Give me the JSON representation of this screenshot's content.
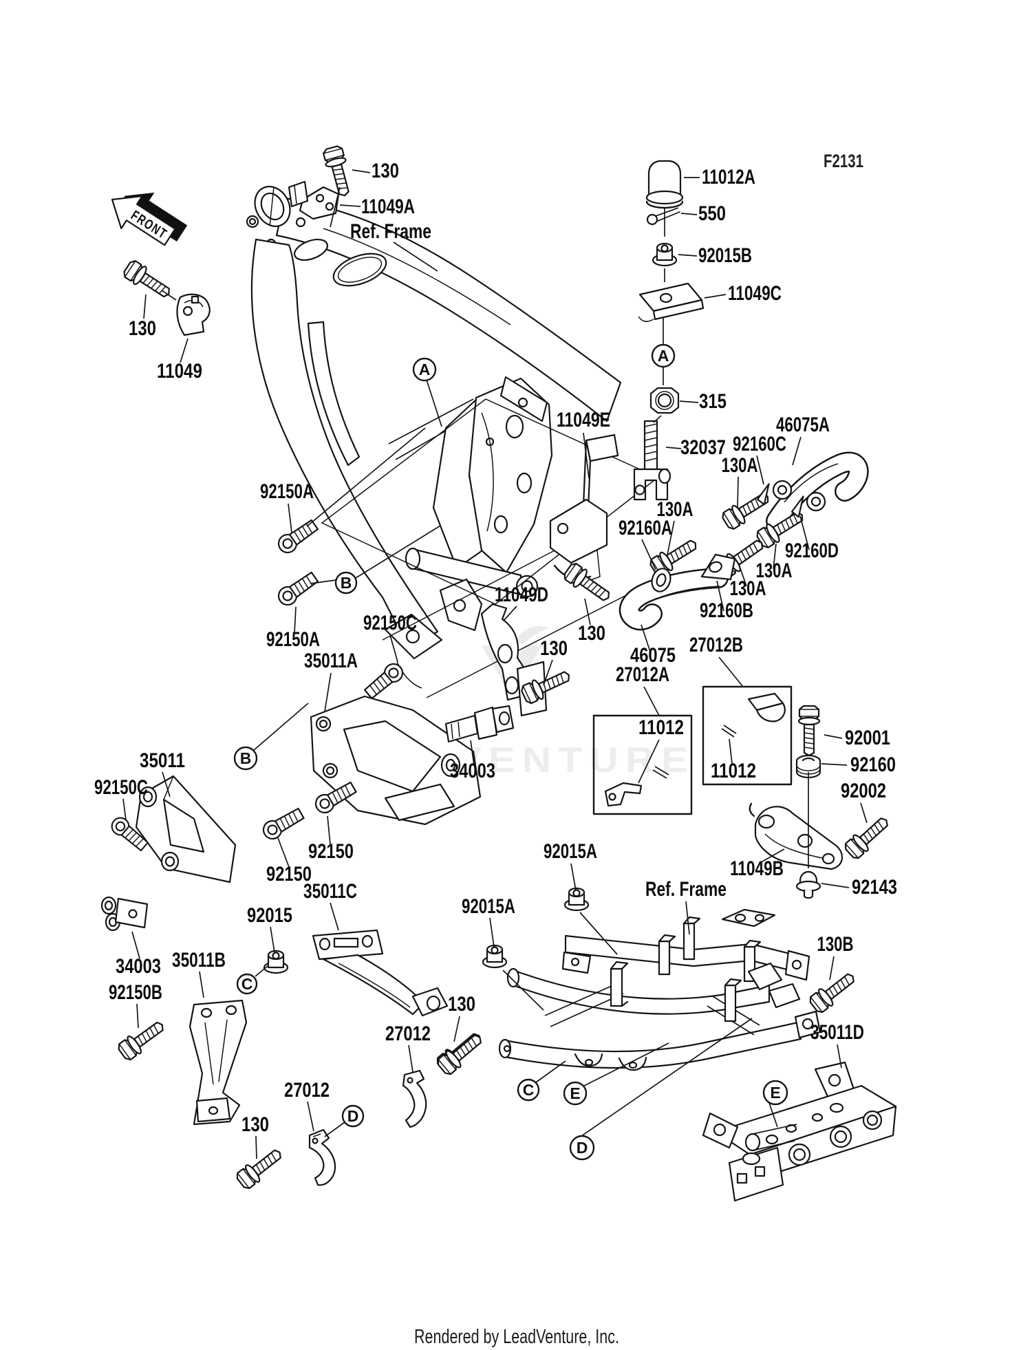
{
  "page": {
    "drawing_code": "F2131",
    "front_label": "FRONT",
    "footer": "Rendered by LeadVenture, Inc.",
    "watermark_text": "LEADVENTURE",
    "colors": {
      "background": "#ffffff",
      "line": "#151515",
      "watermark": "rgba(0,0,0,0.07)"
    }
  },
  "labels": [
    {
      "text": "130"
    },
    {
      "text": "11049A"
    },
    {
      "text": "Ref. Frame"
    },
    {
      "text": "130"
    },
    {
      "text": "11049"
    },
    {
      "text": "F2131"
    },
    {
      "text": "11012A"
    },
    {
      "text": "550"
    },
    {
      "text": "92015B"
    },
    {
      "text": "11049C"
    },
    {
      "text": "315"
    },
    {
      "text": "46075A"
    },
    {
      "text": "32037"
    },
    {
      "text": "92160C"
    },
    {
      "text": "130A"
    },
    {
      "text": "130A"
    },
    {
      "text": "92160A"
    },
    {
      "text": "92160D"
    },
    {
      "text": "130A"
    },
    {
      "text": "130A"
    },
    {
      "text": "92160B"
    },
    {
      "text": "46075"
    },
    {
      "text": "27012A"
    },
    {
      "text": "27012B"
    },
    {
      "text": "92150A"
    },
    {
      "text": "92150A"
    },
    {
      "text": "92150C"
    },
    {
      "text": "35011A"
    },
    {
      "text": "11049E"
    },
    {
      "text": "11049D"
    },
    {
      "text": "130"
    },
    {
      "text": "130"
    },
    {
      "text": "35011"
    },
    {
      "text": "92150C"
    },
    {
      "text": "92150"
    },
    {
      "text": "92150"
    },
    {
      "text": "35011C"
    },
    {
      "text": "92015"
    },
    {
      "text": "34003"
    },
    {
      "text": "92001"
    },
    {
      "text": "92160"
    },
    {
      "text": "92002"
    },
    {
      "text": "11012"
    },
    {
      "text": "11012"
    },
    {
      "text": "11049B"
    },
    {
      "text": "92143"
    },
    {
      "text": "Ref. Frame"
    },
    {
      "text": "92015A"
    },
    {
      "text": "92015A"
    },
    {
      "text": "130"
    },
    {
      "text": "130B"
    },
    {
      "text": "35011D"
    },
    {
      "text": "34003"
    },
    {
      "text": "35011B"
    },
    {
      "text": "92150B"
    },
    {
      "text": "27012"
    },
    {
      "text": "130"
    },
    {
      "text": "27012"
    }
  ],
  "circle_markers": [
    {
      "letter": "A"
    },
    {
      "letter": "A"
    },
    {
      "letter": "B"
    },
    {
      "letter": "B"
    },
    {
      "letter": "C"
    },
    {
      "letter": "C"
    },
    {
      "letter": "D"
    },
    {
      "letter": "D"
    },
    {
      "letter": "E"
    },
    {
      "letter": "E"
    }
  ]
}
